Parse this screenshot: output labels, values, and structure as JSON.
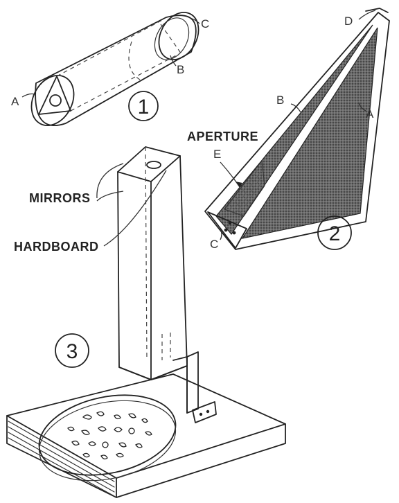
{
  "figure1": {
    "number": "1",
    "labels": {
      "a": "A",
      "b": "B",
      "c": "C"
    }
  },
  "figure2": {
    "number": "2",
    "labels": {
      "a": "A",
      "b": "B",
      "c": "C",
      "d": "D",
      "e": "E",
      "aperture": "APERTURE"
    }
  },
  "figure3": {
    "number": "3",
    "labels": {
      "mirrors": "MIRRORS",
      "hardboard": "HARDBOARD"
    }
  },
  "colors": {
    "ink": "#222222",
    "shade": "#555555",
    "paper": "#ffffff"
  }
}
